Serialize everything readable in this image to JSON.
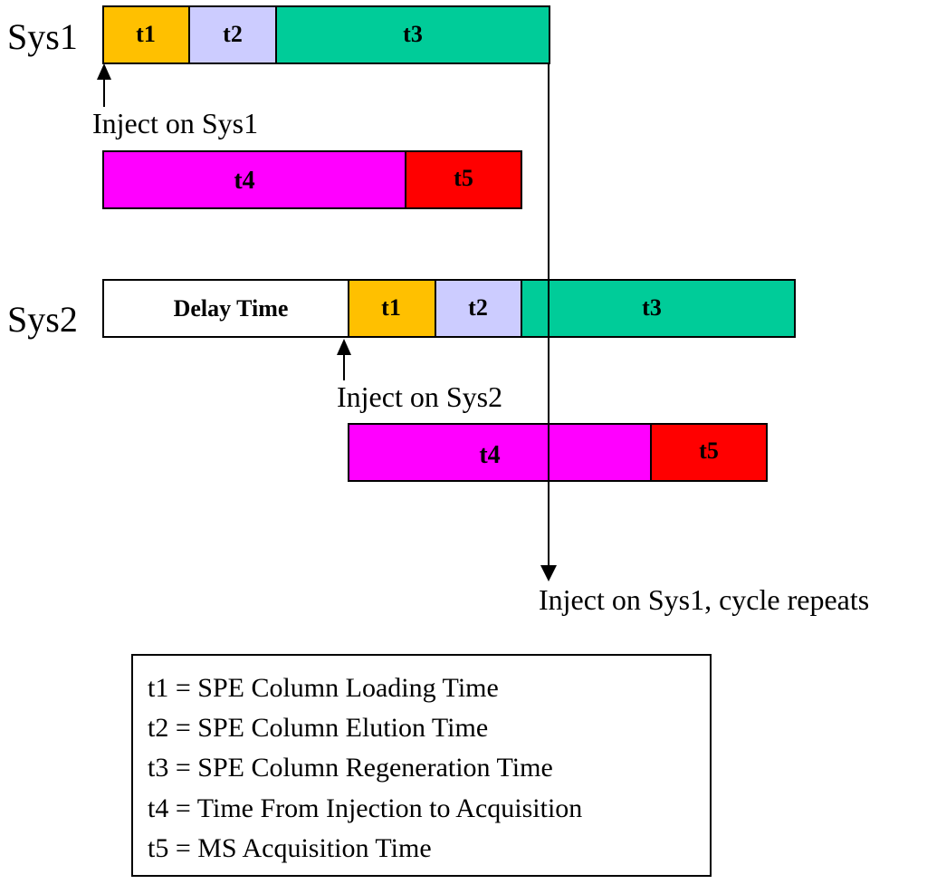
{
  "colors": {
    "t1": "#ffc000",
    "t2": "#ccccff",
    "t3": "#00cc99",
    "t4": "#ff00ff",
    "t5": "#ff0000",
    "delay": "#ffffff"
  },
  "sys1": {
    "label": "Sys1",
    "track": [
      {
        "key": "t1",
        "label": "t1"
      },
      {
        "key": "t2",
        "label": "t2"
      },
      {
        "key": "t3",
        "label": "t3"
      }
    ],
    "inject_label": "Inject on Sys1",
    "lower_track": [
      {
        "key": "t4",
        "label": "t4"
      },
      {
        "key": "t5",
        "label": "t5"
      }
    ]
  },
  "sys2": {
    "label": "Sys2",
    "track": [
      {
        "key": "delay",
        "label": "Delay Time"
      },
      {
        "key": "t1",
        "label": "t1"
      },
      {
        "key": "t2",
        "label": "t2"
      },
      {
        "key": "t3",
        "label": "t3"
      }
    ],
    "inject_label": "Inject on Sys2",
    "lower_track": [
      {
        "key": "t4",
        "label": "t4"
      },
      {
        "key": "t5",
        "label": "t5"
      }
    ]
  },
  "cycle_label": "Inject on Sys1, cycle repeats",
  "legend": [
    "t1 = SPE Column Loading Time",
    "t2 = SPE Column Elution Time",
    "t3 = SPE Column Regeneration Time",
    "t4 = Time From Injection to Acquisition",
    "t5 = MS Acquisition Time"
  ]
}
